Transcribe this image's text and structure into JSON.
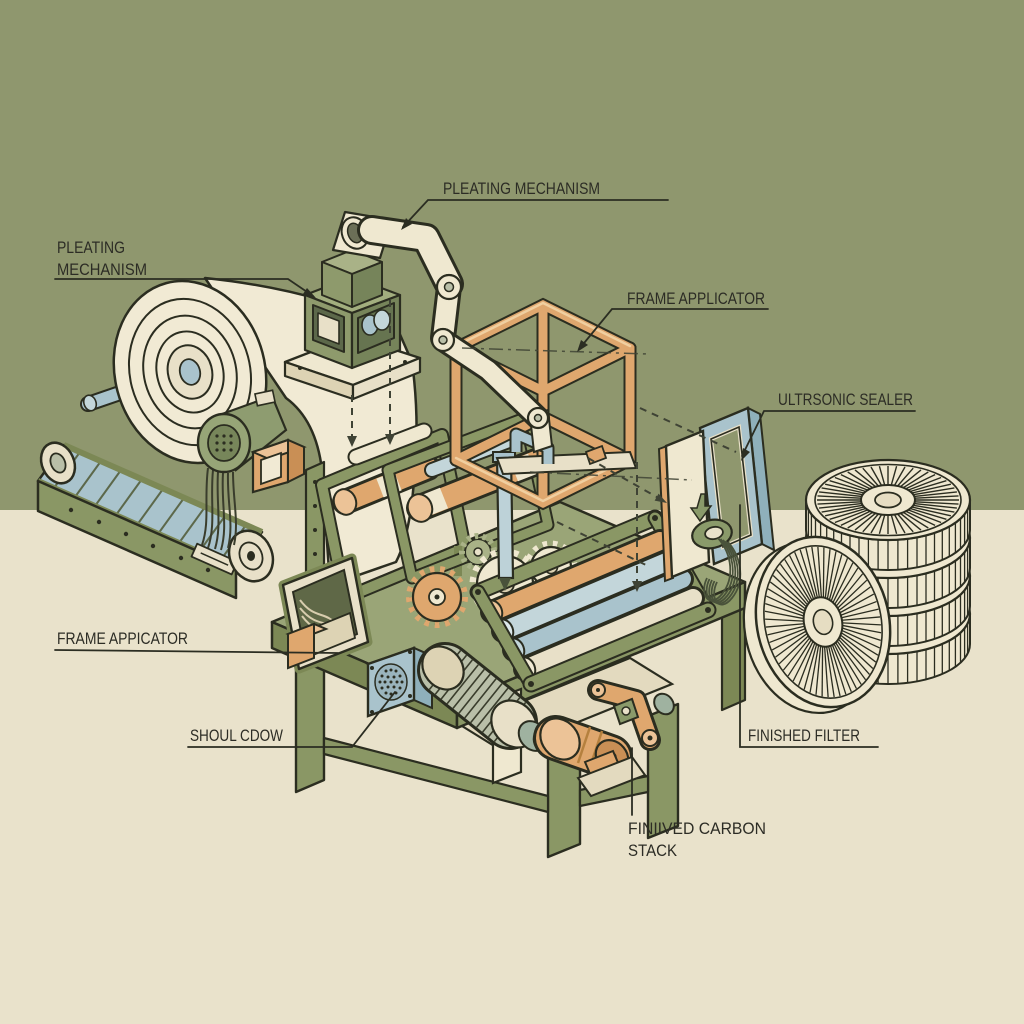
{
  "figure": {
    "type": "isometric-technical-diagram",
    "subject": "filter manufacturing line"
  },
  "labels": {
    "pleating_top": "PLEATING MECHANISM",
    "pleating_left_line1": "PLEATING",
    "pleating_left_line2": "MECHANISM",
    "frame_applicator_top": "FRAME APPLICATOR",
    "ultrasonic_sealer": "ULTRSONIC SEALER",
    "frame_applicator_left": "FRAME APPICATOR",
    "shoul_cdow": "SHOUL CDOW",
    "finished_filter": "FINISHED FILTER",
    "carbon_stack_line1": "FINIIVED CARBON",
    "carbon_stack_line2": "STACK"
  },
  "palette": {
    "background_upper": "#8f976e",
    "background_lower": "#e9e2cb",
    "outline": "#2b2d20",
    "machine_olive": "#9aa577",
    "machine_olive_dark": "#7c8855",
    "machine_olive_light": "#a9b287",
    "cream": "#efe8d0",
    "paper": "#f1ead4",
    "blue": "#a9c3cc",
    "blue_light": "#c3d6da",
    "orange": "#dfa76e",
    "orange_light": "#ecc397",
    "label_text": "#2c2c25"
  }
}
